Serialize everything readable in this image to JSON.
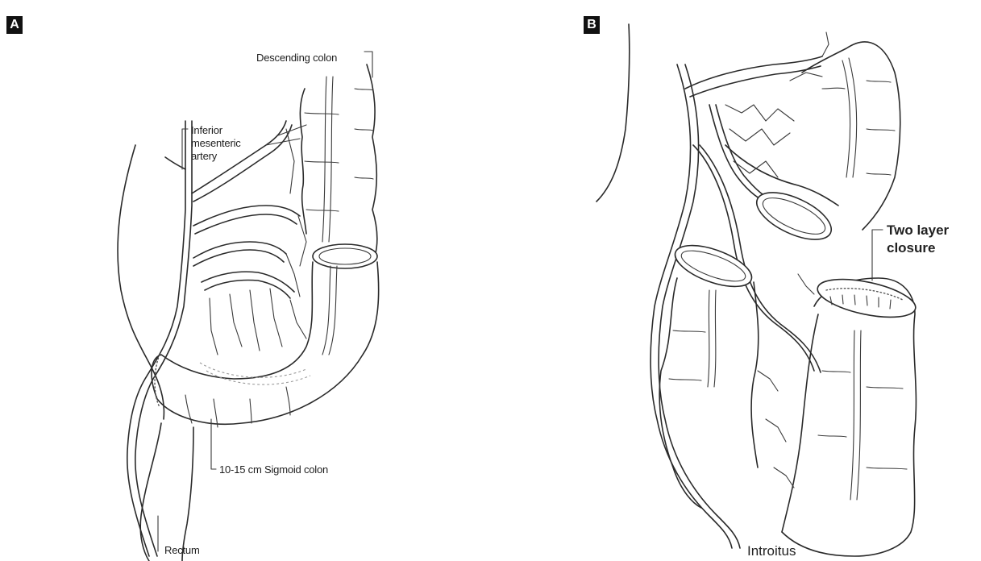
{
  "panels": {
    "a": {
      "badge": "A",
      "labels": {
        "descending_colon": "Descending colon",
        "ima_line1": "Inferior",
        "ima_line2": "mesenteric",
        "ima_line3": "artery",
        "sigmoid": "10-15 cm Sigmoid colon",
        "rectum": "Rectum"
      }
    },
    "b": {
      "badge": "B",
      "labels": {
        "two_layer_line1": "Two layer",
        "two_layer_line2": "closure",
        "introitus": "Introitus"
      }
    }
  }
}
